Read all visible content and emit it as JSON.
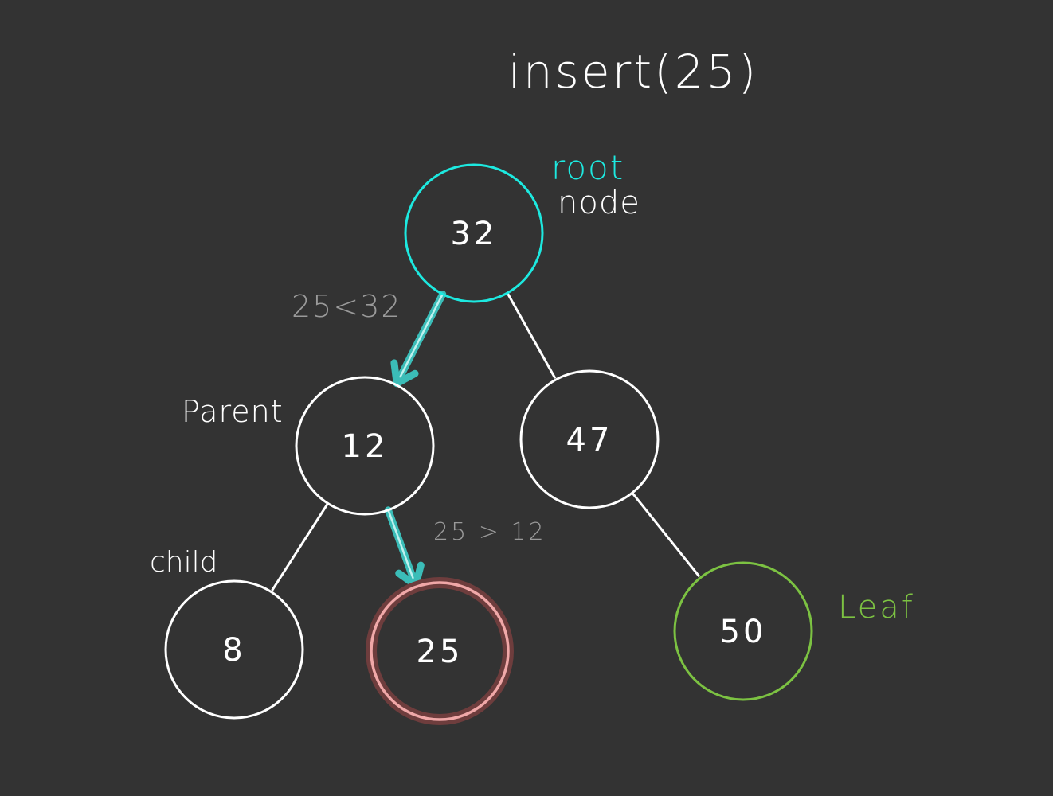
{
  "title": "insert(25)",
  "colors": {
    "background": "#333333",
    "default": "#ffffff",
    "root": "#1de9e0",
    "leaf": "#7cc242",
    "inserted": "#f0a8a8",
    "path_arrow": "#3bbdb8",
    "comparison_text": "#9a9a9a"
  },
  "nodes": [
    {
      "id": "n32",
      "value": "32",
      "role": "root"
    },
    {
      "id": "n12",
      "value": "12",
      "role": "default"
    },
    {
      "id": "n47",
      "value": "47",
      "role": "default"
    },
    {
      "id": "n8",
      "value": "8",
      "role": "default"
    },
    {
      "id": "n25",
      "value": "25",
      "role": "inserted"
    },
    {
      "id": "n50",
      "value": "50",
      "role": "leaf"
    }
  ],
  "edges": [
    {
      "from": "n32",
      "to": "n12",
      "highlight": true
    },
    {
      "from": "n32",
      "to": "n47",
      "highlight": false
    },
    {
      "from": "n12",
      "to": "n8",
      "highlight": false
    },
    {
      "from": "n12",
      "to": "n25",
      "highlight": true
    },
    {
      "from": "n47",
      "to": "n50",
      "highlight": false
    }
  ],
  "labels": {
    "root": "root",
    "node": "node",
    "parent": "Parent",
    "child": "child",
    "leaf": "Leaf",
    "compare_1": "25<32",
    "compare_2": "25 > 12"
  }
}
